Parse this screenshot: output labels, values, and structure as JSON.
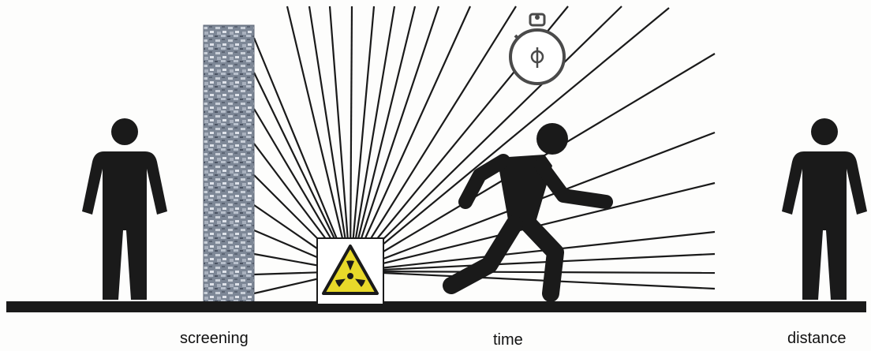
{
  "labels": {
    "screening": "screening",
    "time": "time",
    "distance": "distance"
  },
  "icons": {
    "radiation_source": "radiation-trefoil-icon",
    "timer": "stopwatch-icon",
    "person_left": "standing-person-icon",
    "person_running": "running-person-icon",
    "person_right": "standing-person-icon",
    "shield": "screening-wall-icon"
  },
  "colors": {
    "figure": "#1a1a1a",
    "ground": "#1a1a1a",
    "rays": "#1a1a1a",
    "wall": "#8a93a3",
    "trefoil_fill": "#e8d92a",
    "timer": "#5a5a5a"
  }
}
